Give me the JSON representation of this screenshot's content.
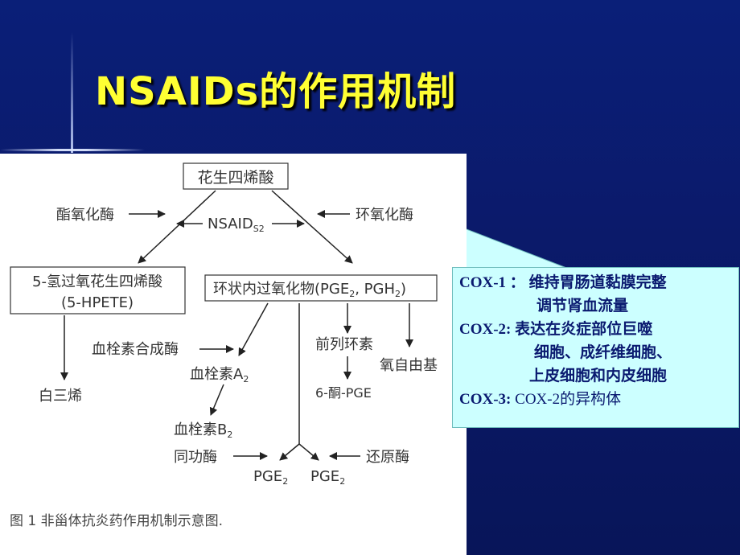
{
  "slide": {
    "title": "NSAIDs的作用机制",
    "accent_color": "#ffff33",
    "background_color": "#0b1a6b"
  },
  "figure": {
    "top_box": "花生四烯酸",
    "enzyme_left": "酯氧化酶",
    "nsaids_main": "NSAID",
    "nsaids_sub": "S2",
    "enzyme_right": "环氧化酶",
    "box_left_line1": "5-氢过氧花生四烯酸",
    "box_left_line2": "(5-HPETE)",
    "box_right_main": "环状内过氧化物(PGE",
    "box_right_sub1": "2",
    "box_right_mid": ", PGH",
    "box_right_sub2": "2",
    "box_right_end": ")",
    "leukotriene": "白三烯",
    "tx_synthase": "血栓素合成酶",
    "txa_main": "血栓素A",
    "txa_sub": "2",
    "txb_main": "血栓素B",
    "txb_sub": "2",
    "isomerase": "同功酶",
    "prostacyclin": "前列环素",
    "oxygen_radical": "氧自由基",
    "keto_pge": "6-酮-PGE",
    "reductase": "还原酶",
    "pge_left_main": "PGE",
    "pge_left_sub": "2",
    "pge_right_main": "PGE",
    "pge_right_sub": "2",
    "caption": "图 1   非甾体抗炎药作用机制示意图."
  },
  "callout": {
    "cox1_label": "COX-1 ：",
    "cox1_text": "维持胃肠道黏膜完整",
    "cox1_text2": "调节肾血流量",
    "cox2_label": "COX-2:",
    "cox2_text": "表达在炎症部位巨噬",
    "cox2_text2": "细胞、成纤维细胞、",
    "cox2_text3": "上皮细胞和内皮细胞",
    "cox3_label": "COX-3:",
    "cox3_text": "COX-2的异构体",
    "fill_color": "#ccffff"
  }
}
